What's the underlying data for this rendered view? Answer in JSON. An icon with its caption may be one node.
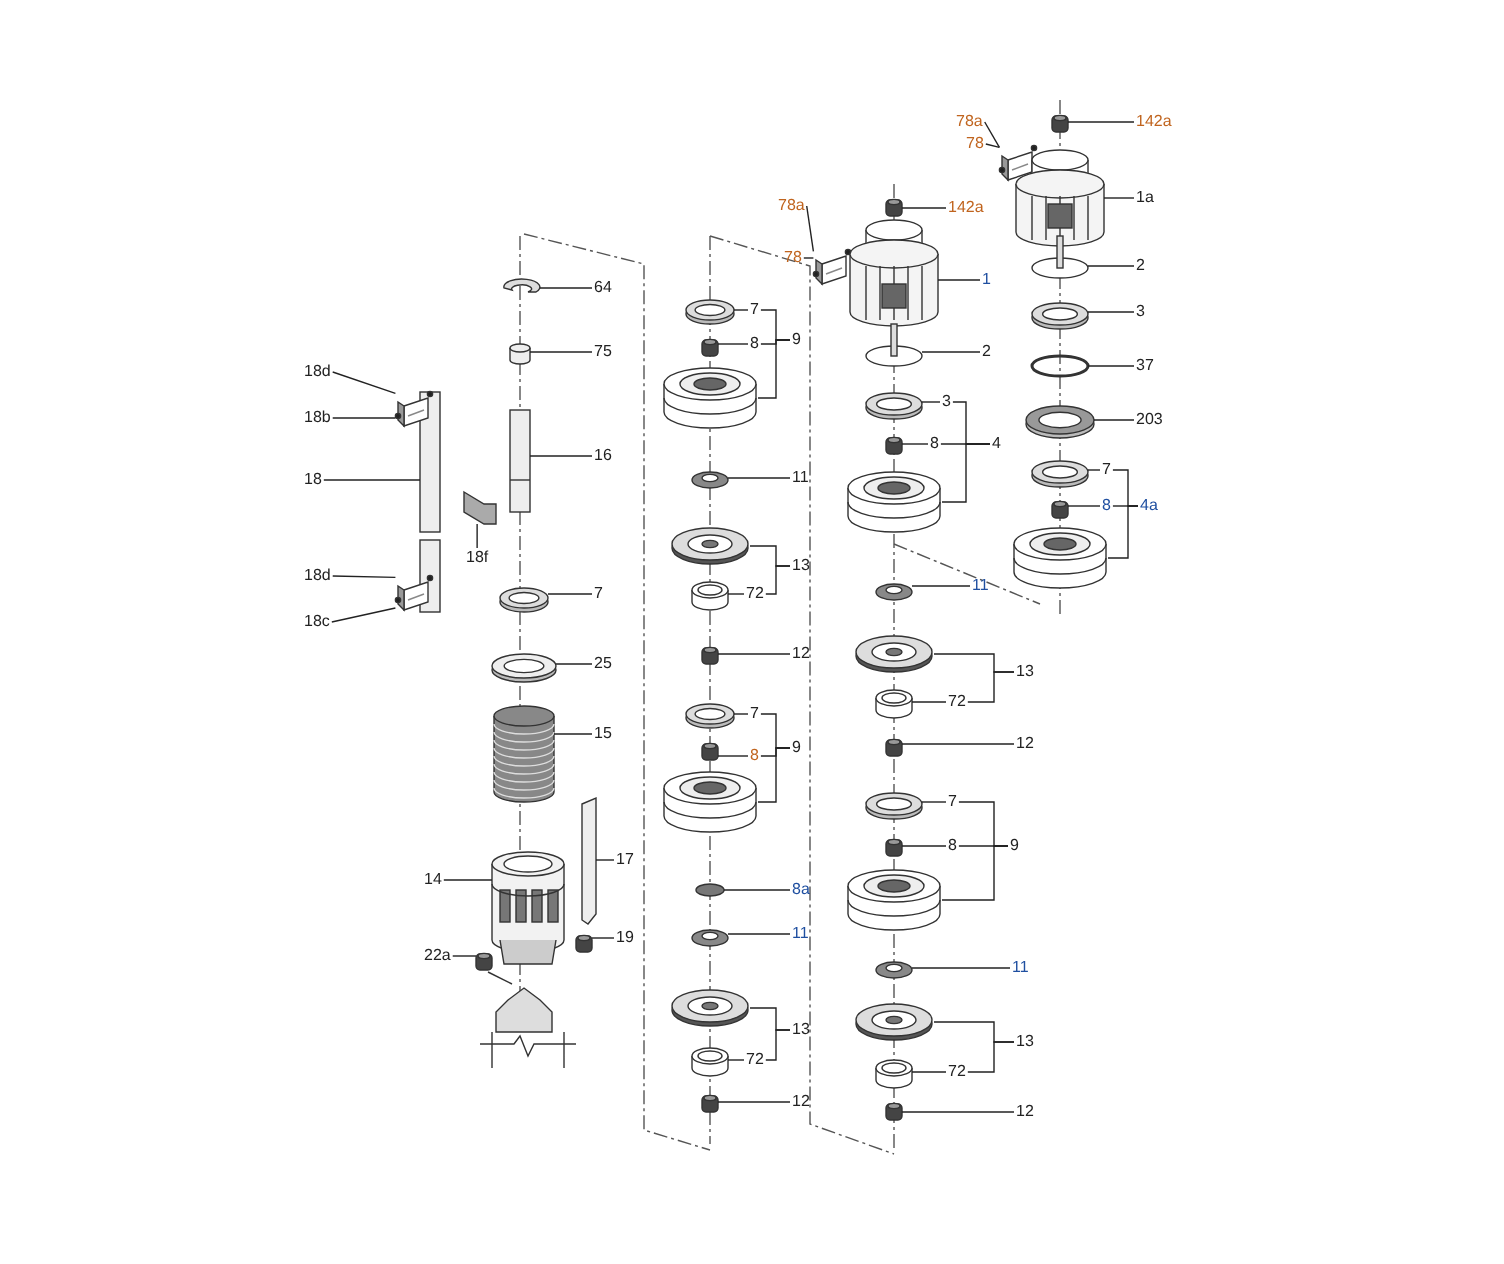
{
  "diagram": {
    "nodes": [
      {
        "text": [
          "18d"
        ]
      },
      {
        "text": [
          "18b"
        ]
      },
      {
        "text": [
          "18"
        ]
      },
      {
        "text": [
          "18f"
        ]
      },
      {
        "text": [
          "18d"
        ]
      },
      {
        "text": [
          "18c"
        ]
      },
      {
        "text": [
          "64"
        ]
      },
      {
        "text": [
          "75"
        ]
      },
      {
        "text": [
          "16"
        ]
      },
      {
        "text": [
          "7"
        ]
      },
      {
        "text": [
          "25"
        ]
      },
      {
        "text": [
          "15"
        ]
      },
      {
        "text": [
          "14"
        ]
      },
      {
        "text": [
          "17"
        ]
      },
      {
        "text": [
          "19"
        ]
      },
      {
        "text": [
          "22a"
        ]
      },
      {
        "text": [
          "7"
        ]
      },
      {
        "text": [
          "8"
        ]
      },
      {
        "text": [
          "9"
        ]
      },
      {
        "text": [
          "11"
        ]
      },
      {
        "text": [
          "13"
        ]
      },
      {
        "text": [
          "72"
        ]
      },
      {
        "text": [
          "12"
        ]
      },
      {
        "text": [
          "7"
        ]
      },
      {
        "text": [
          "8"
        ]
      },
      {
        "text": [
          "9"
        ]
      },
      {
        "text": [
          "8a"
        ]
      },
      {
        "text": [
          "11"
        ]
      },
      {
        "text": [
          "13"
        ]
      },
      {
        "text": [
          "72"
        ]
      },
      {
        "text": [
          "12"
        ]
      },
      {
        "text": [
          "78a"
        ]
      },
      {
        "text": [
          "78"
        ]
      },
      {
        "text": [
          "142a"
        ]
      },
      {
        "text": [
          "1"
        ]
      },
      {
        "text": [
          "2"
        ]
      },
      {
        "text": [
          "3"
        ]
      },
      {
        "text": [
          "8"
        ]
      },
      {
        "text": [
          "4"
        ]
      },
      {
        "text": [
          "11"
        ]
      },
      {
        "text": [
          "13"
        ]
      },
      {
        "text": [
          "72"
        ]
      },
      {
        "text": [
          "12"
        ]
      },
      {
        "text": [
          "7"
        ]
      },
      {
        "text": [
          "8"
        ]
      },
      {
        "text": [
          "9"
        ]
      },
      {
        "text": [
          "11"
        ]
      },
      {
        "text": [
          "13"
        ]
      },
      {
        "text": [
          "72"
        ]
      },
      {
        "text": [
          "12"
        ]
      },
      {
        "text": [
          "78a"
        ]
      },
      {
        "text": [
          "78"
        ]
      },
      {
        "text": [
          "142a"
        ]
      },
      {
        "text": [
          "1a"
        ]
      },
      {
        "text": [
          "2"
        ]
      },
      {
        "text": [
          "3"
        ]
      },
      {
        "text": [
          "37"
        ]
      },
      {
        "text": [
          "203"
        ]
      },
      {
        "text": [
          "7"
        ]
      },
      {
        "text": [
          "8"
        ]
      },
      {
        "text": [
          "4a"
        ]
      },
      {
        "text": [],
        "shape": "picture"
      },
      {
        "text": [],
        "shape": "picture"
      },
      {
        "text": [],
        "shape": "picture"
      },
      {
        "text": [],
        "shape": "picture"
      },
      {
        "text": [],
        "shape": "picture"
      },
      {
        "text": [],
        "shape": "picture"
      },
      {
        "text": [],
        "shape": "picture"
      },
      {
        "text": [],
        "shape": "picture"
      },
      {
        "text": [],
        "shape": "picture"
      },
      {
        "text": [],
        "shape": "picture"
      },
      {
        "text": [],
        "shape": "picture"
      },
      {
        "text": [],
        "shape": "picture"
      },
      {
        "text": [],
        "shape": "picture"
      },
      {
        "text": [],
        "shape": "picture"
      },
      {
        "text": [],
        "shape": "picture"
      },
      {
        "text": [],
        "shape": "picture"
      },
      {
        "text": [],
        "shape": "picture"
      },
      {
        "text": [],
        "shape": "picture"
      },
      {
        "text": [],
        "shape": "picture"
      },
      {
        "text": [],
        "shape": "picture"
      },
      {
        "text": [],
        "shape": "picture"
      },
      {
        "text": [],
        "shape": "picture"
      },
      {
        "text": [],
        "shape": "picture"
      },
      {
        "text": [],
        "shape": "picture"
      },
      {
        "text": [],
        "shape": "picture"
      },
      {
        "text": [],
        "shape": "picture"
      },
      {
        "text": [],
        "shape": "picture"
      },
      {
        "text": [],
        "shape": "picture"
      },
      {
        "text": [],
        "shape": "picture"
      },
      {
        "text": [],
        "shape": "picture"
      },
      {
        "text": [],
        "shape": "picture"
      },
      {
        "text": [],
        "shape": "picture"
      },
      {
        "text": [],
        "shape": "picture"
      },
      {
        "text": [],
        "shape": "picture"
      },
      {
        "text": [],
        "shape": "picture"
      },
      {
        "text": [],
        "shape": "picture"
      },
      {
        "text": [],
        "shape": "picture"
      },
      {
        "text": [],
        "shape": "picture"
      },
      {
        "text": [],
        "shape": "picture"
      },
      {
        "text": [],
        "shape": "picture"
      },
      {
        "text": [],
        "shape": "picture"
      },
      {
        "text": [],
        "shape": "picture"
      },
      {
        "text": [],
        "shape": "picture"
      },
      {
        "text": [],
        "shape": "picture"
      },
      {
        "text": [],
        "shape": "picture"
      },
      {
        "text": [],
        "shape": "picture"
      },
      {
        "text": [],
        "shape": "picture"
      },
      {
        "text": [],
        "shape": "picture"
      },
      {
        "text": [],
        "shape": "picture"
      },
      {
        "text": [],
        "shape": "picture"
      },
      {
        "text": [],
        "shape": "picture"
      },
      {
        "text": [],
        "shape": "picture"
      },
      {
        "text": [],
        "shape": "picture"
      },
      {
        "text": [],
        "shape": "picture"
      },
      {
        "text": [],
        "shape": "picture"
      },
      {
        "text": [],
        "shape": "picture"
      },
      {
        "text": [],
        "shape": "picture"
      }
    ],
    "edges": [
      {
        "from": 0,
        "to": 72,
        "arrow": "none"
      },
      {
        "from": 1,
        "to": 72,
        "arrow": "none"
      },
      {
        "from": 2,
        "to": 71,
        "arrow": "none"
      },
      {
        "from": 3,
        "to": 73,
        "arrow": "none"
      },
      {
        "from": 4,
        "to": 74,
        "arrow": "none"
      },
      {
        "from": 5,
        "to": 74,
        "arrow": "none"
      },
      {
        "from": 6,
        "to": 61,
        "arrow": "none"
      },
      {
        "from": 7,
        "to": 62,
        "arrow": "none"
      },
      {
        "from": 8,
        "to": 63,
        "arrow": "none"
      },
      {
        "from": 9,
        "to": 64,
        "arrow": "none"
      },
      {
        "from": 10,
        "to": 65,
        "arrow": "none"
      },
      {
        "from": 11,
        "to": 66,
        "arrow": "none"
      },
      {
        "from": 12,
        "to": 67,
        "arrow": "none"
      },
      {
        "from": 13,
        "to": 68,
        "arrow": "none"
      },
      {
        "from": 14,
        "to": 69,
        "arrow": "none"
      },
      {
        "from": 15,
        "to": 70,
        "arrow": "none"
      },
      {
        "from": 16,
        "to": 75,
        "arrow": "none"
      },
      {
        "from": 17,
        "to": 76,
        "arrow": "none"
      },
      {
        "from": 18,
        "to": 16,
        "arrow": "none"
      },
      {
        "from": 18,
        "to": 17,
        "arrow": "none"
      },
      {
        "from": 18,
        "to": 77,
        "arrow": "none"
      },
      {
        "from": 19,
        "to": 78,
        "arrow": "none"
      },
      {
        "from": 20,
        "to": 79,
        "arrow": "none"
      },
      {
        "from": 20,
        "to": 21,
        "arrow": "none"
      },
      {
        "from": 21,
        "to": 80,
        "arrow": "none"
      },
      {
        "from": 22,
        "to": 81,
        "arrow": "none"
      },
      {
        "from": 23,
        "to": 82,
        "arrow": "none"
      },
      {
        "from": 24,
        "to": 83,
        "arrow": "none"
      },
      {
        "from": 25,
        "to": 23,
        "arrow": "none"
      },
      {
        "from": 25,
        "to": 24,
        "arrow": "none"
      },
      {
        "from": 25,
        "to": 84,
        "arrow": "none"
      },
      {
        "from": 26,
        "to": 85,
        "arrow": "none"
      },
      {
        "from": 27,
        "to": 86,
        "arrow": "none"
      },
      {
        "from": 28,
        "to": 87,
        "arrow": "none"
      },
      {
        "from": 28,
        "to": 29,
        "arrow": "none"
      },
      {
        "from": 29,
        "to": 88,
        "arrow": "none"
      },
      {
        "from": 30,
        "to": 89,
        "arrow": "none"
      },
      {
        "from": 31,
        "to": 90,
        "arrow": "none"
      },
      {
        "from": 32,
        "to": 90,
        "arrow": "none"
      },
      {
        "from": 33,
        "to": 91,
        "arrow": "none"
      },
      {
        "from": 34,
        "to": 92,
        "arrow": "none"
      },
      {
        "from": 35,
        "to": 93,
        "arrow": "none"
      },
      {
        "from": 36,
        "to": 94,
        "arrow": "none"
      },
      {
        "from": 37,
        "to": 95,
        "arrow": "none"
      },
      {
        "from": 38,
        "to": 36,
        "arrow": "none"
      },
      {
        "from": 38,
        "to": 37,
        "arrow": "none"
      },
      {
        "from": 38,
        "to": 96,
        "arrow": "none"
      },
      {
        "from": 39,
        "to": 97,
        "arrow": "none"
      },
      {
        "from": 40,
        "to": 98,
        "arrow": "none"
      },
      {
        "from": 40,
        "to": 41,
        "arrow": "none"
      },
      {
        "from": 41,
        "to": 99,
        "arrow": "none"
      },
      {
        "from": 42,
        "to": 100,
        "arrow": "none"
      },
      {
        "from": 43,
        "to": 101,
        "arrow": "none"
      },
      {
        "from": 44,
        "to": 102,
        "arrow": "none"
      },
      {
        "from": 45,
        "to": 43,
        "arrow": "none"
      },
      {
        "from": 45,
        "to": 44,
        "arrow": "none"
      },
      {
        "from": 45,
        "to": 103,
        "arrow": "none"
      },
      {
        "from": 46,
        "to": 104,
        "arrow": "none"
      },
      {
        "from": 47,
        "to": 105,
        "arrow": "none"
      },
      {
        "from": 47,
        "to": 48,
        "arrow": "none"
      },
      {
        "from": 48,
        "to": 106,
        "arrow": "none"
      },
      {
        "from": 49,
        "to": 107,
        "arrow": "none"
      },
      {
        "from": 50,
        "to": 108,
        "arrow": "none"
      },
      {
        "from": 51,
        "to": 108,
        "arrow": "none"
      },
      {
        "from": 52,
        "to": 109,
        "arrow": "none"
      },
      {
        "from": 53,
        "to": 110,
        "arrow": "none"
      },
      {
        "from": 54,
        "to": 111,
        "arrow": "none"
      },
      {
        "from": 55,
        "to": 112,
        "arrow": "none"
      },
      {
        "from": 56,
        "to": 113,
        "arrow": "none"
      },
      {
        "from": 57,
        "to": 114,
        "arrow": "none"
      },
      {
        "from": 58,
        "to": 115,
        "arrow": "none"
      },
      {
        "from": 59,
        "to": 116,
        "arrow": "none"
      },
      {
        "from": 60,
        "to": 58,
        "arrow": "none"
      },
      {
        "from": 60,
        "to": 59,
        "arrow": "none"
      },
      {
        "from": 60,
        "to": 117,
        "arrow": "none"
      }
    ]
  }
}
